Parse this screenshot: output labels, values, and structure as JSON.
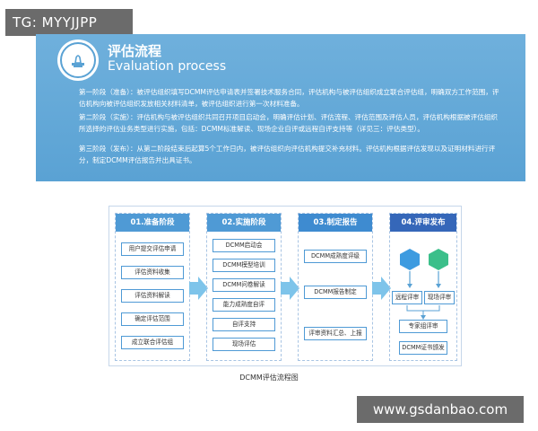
{
  "watermark_top": "TG: MYYJJPP",
  "watermark_bottom": "www.gsdanbao.com",
  "banner": {
    "title": "评估流程",
    "subtitle": "Evaluation process",
    "paragraphs": [
      "第一阶段（准备）：被评估组织填写DCMM评估申请表并签署技术服务合同，评估机构与被评估组织成立联合评估组，明确双方工作范围，评估机构向被评估组织发放相关材料清单，被评估组织进行第一次材料准备。",
      "第二阶段（实施）：评估机构与被评估组织共同召开项目启动会，明确评估计划、评估流程、评估范围及评估人员，评估机构根据被评估组织所选择的评估业务类型进行实施，包括：DCMM标准解读、现场企业自评或远程自评支持等（详见三：评估类型）。",
      "第三阶段（发布）：从第二阶段结束后起算5个工作日内，被评估组织向评估机构提交补充材料。评估机构根据评估发现以及证明材料进行评分，制定DCMM评估报告并出具证书。"
    ]
  },
  "diagram": {
    "caption": "DCMM评估流程图",
    "columns": [
      {
        "header": "01.准备阶段",
        "items": [
          "用户提交评估申请",
          "评估资料收集",
          "评估资料解读",
          "确定评估范围",
          "成立联合评估组"
        ]
      },
      {
        "header": "02.实施阶段",
        "items": [
          "DCMM启动会",
          "DCMM模型培训",
          "DCMM问卷解读",
          "能力成熟度自评",
          "自评支持",
          "现场评估"
        ]
      },
      {
        "header": "03.制定报告",
        "items": [
          "DCMM成熟度评级",
          "DCMM报告制定",
          "评审资料汇总、上报"
        ]
      },
      {
        "header": "04.评审发布",
        "items": [
          "远程评审",
          "现场评审",
          "专家组评审",
          "DCMM证书颁发"
        ]
      }
    ]
  },
  "colors": {
    "banner": "#5aa2d4",
    "header_blue": "#4f9ad5",
    "header_dark": "#3567b9",
    "hex_blue": "#3d9be0",
    "hex_green": "#3bbf8a"
  }
}
